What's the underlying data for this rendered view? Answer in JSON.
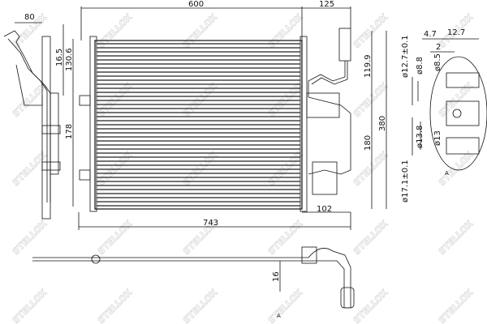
{
  "drawing": {
    "watermark": "STELLOX",
    "dimensions": {
      "width_core": "600",
      "right_offset": "125",
      "side_depth": "80",
      "side_top": "16.5",
      "left_upper": "130.6",
      "left_lower": "178",
      "right_upper": "119.9",
      "height_total": "380",
      "right_lower": "180",
      "bottom_right": "102",
      "width_total": "743",
      "pipe_offset": "16"
    },
    "detail": {
      "d1": "4.7",
      "d2": "12.7",
      "d3": "2",
      "dia_12_7": "ø12.7±0.1",
      "dia_8_8": "ø8.8",
      "dia_8_5": "ø8.5",
      "dia_13_8": "ø13.8",
      "dia_13": "ø13",
      "dia_17_1": "ø17.1±0.1",
      "view_label": "A"
    },
    "pipe_view_label": "A"
  }
}
